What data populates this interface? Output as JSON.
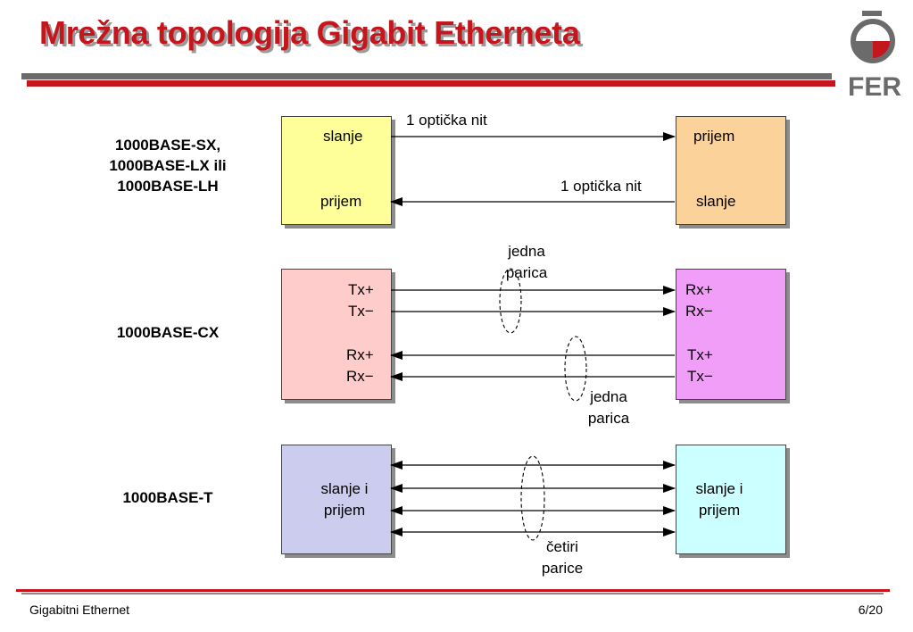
{
  "slide": {
    "title": "Mrežna topologija Gigabit Etherneta",
    "logo_text": "FER",
    "footer_left": "Gigabitni Ethernet",
    "footer_right": "6/20"
  },
  "colors": {
    "title": "#c4161c",
    "row1_left": "#ffff99",
    "row1_right": "#fbd39a",
    "row2_left": "#ffcccc",
    "row2_right": "#f09ef7",
    "row3_left": "#ccccee",
    "row3_right": "#ccffff"
  },
  "rows": [
    {
      "standard_lines": [
        "1000BASE-SX,",
        "1000BASE-LX ili",
        "1000BASE-LH"
      ],
      "left_texts": [
        "slanje",
        "prijem"
      ],
      "right_texts": [
        "prijem",
        "slanje"
      ],
      "link_labels": [
        "1 optička nit",
        "1 optička nit"
      ]
    },
    {
      "standard_lines": [
        "1000BASE-CX"
      ],
      "left_texts": [
        "Tx+",
        "Tx−",
        "Rx+",
        "Rx−"
      ],
      "right_texts": [
        "Rx+",
        "Rx−",
        "Tx+",
        "Tx−"
      ],
      "pair_labels": [
        [
          "jedna",
          "parica"
        ],
        [
          "jedna",
          "parica"
        ]
      ]
    },
    {
      "standard_lines": [
        "1000BASE-T"
      ],
      "left_texts": [
        "slanje i",
        "prijem"
      ],
      "right_texts": [
        "slanje i",
        "prijem"
      ],
      "pair_labels": [
        [
          "četiri",
          "parice"
        ]
      ]
    }
  ]
}
